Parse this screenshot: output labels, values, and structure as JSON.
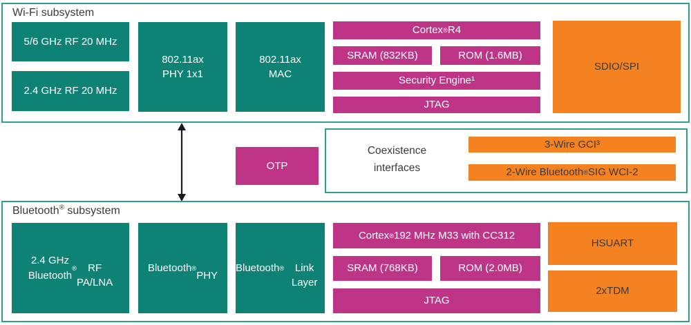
{
  "colors": {
    "teal": "#0E8274",
    "magenta": "#BE3588",
    "orange": "#F58220",
    "box_border": "#2E9E90",
    "text_dark": "#3A3A3A",
    "text_light": "#FFFFFF",
    "arrow": "#1A1A1A"
  },
  "wifi": {
    "title": "Wi-Fi subsystem",
    "rf_5ghz": "5/6 GHz RF 20 MHz",
    "rf_24ghz": "2.4 GHz RF 20 MHz",
    "phy": "802.11ax\nPHY 1x1",
    "mac": "802.11ax\nMAC",
    "cpu": "Cortex® R4",
    "sram": "SRAM (832KB)",
    "rom": "ROM (1.6MB)",
    "security_engine": "Security Engine¹",
    "jtag": "JTAG",
    "host_interface": "SDIO/SPI"
  },
  "interconnect": {
    "otp": "OTP",
    "coexistence_title": "Coexistence\ninterfaces",
    "gci": "3-Wire GCI³",
    "wci": "2-Wire Bluetooth® SIG WCI-2"
  },
  "bluetooth": {
    "title": "Bluetooth® subsystem",
    "rf": "2.4 GHz\nBluetooth®\nRF\nPA/LNA",
    "phy": "Bluetooth®\nPHY",
    "link_layer": "Bluetooth®\nLink Layer",
    "cpu": "Cortex® 192 MHz M33 with CC312",
    "sram": "SRAM (768KB)",
    "rom": "ROM (2.0MB)",
    "jtag": "JTAG",
    "hsuart": "HSUART",
    "tdm": "2xTDM"
  }
}
